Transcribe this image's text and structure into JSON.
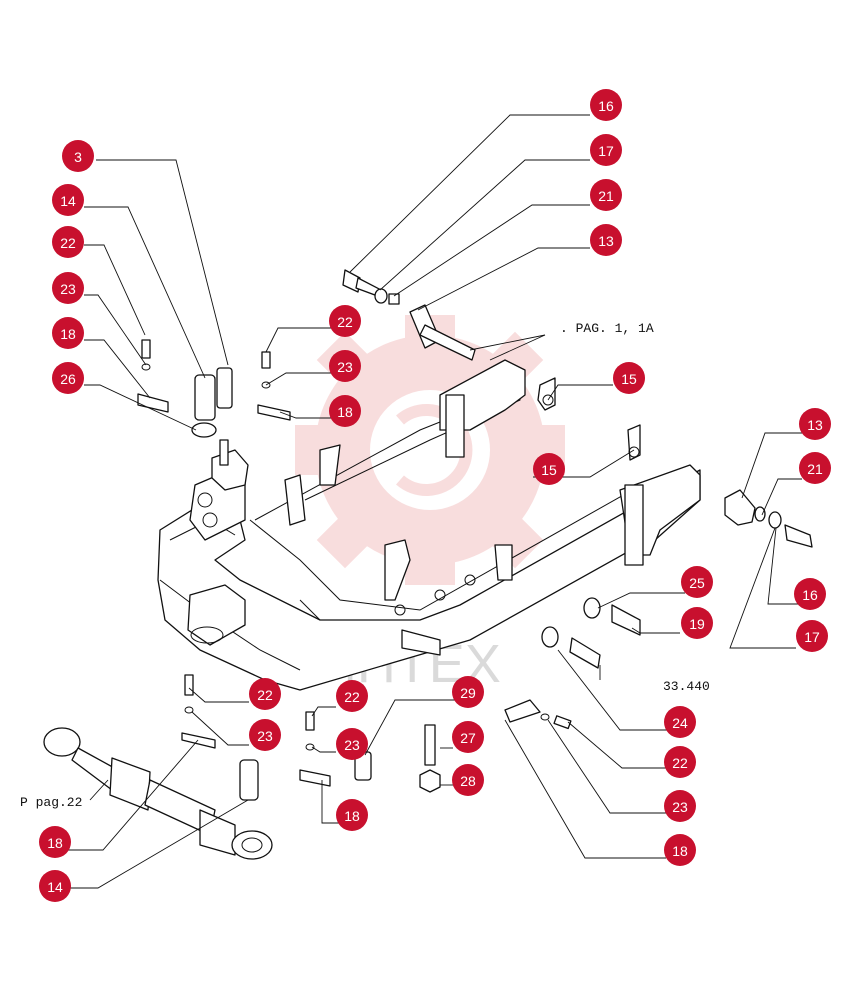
{
  "refs": {
    "pag_1_1a": ". PAG. 1, 1A",
    "pag_22": "P pag.22",
    "code_33440": "33.440"
  },
  "watermark": {
    "text": "ИНТЕХ",
    "color": "#f2b8b8"
  },
  "callout_color": "#c8102e",
  "callouts": [
    {
      "id": "c1",
      "label": "3"
    },
    {
      "id": "c2",
      "label": "14"
    },
    {
      "id": "c3",
      "label": "22"
    },
    {
      "id": "c4",
      "label": "23"
    },
    {
      "id": "c5",
      "label": "18"
    },
    {
      "id": "c6",
      "label": "26"
    },
    {
      "id": "c7",
      "label": "16"
    },
    {
      "id": "c8",
      "label": "17"
    },
    {
      "id": "c9",
      "label": "21"
    },
    {
      "id": "c10",
      "label": "13"
    },
    {
      "id": "c11",
      "label": "22"
    },
    {
      "id": "c12",
      "label": "23"
    },
    {
      "id": "c13",
      "label": "18"
    },
    {
      "id": "c14",
      "label": "15"
    },
    {
      "id": "c15",
      "label": "15"
    },
    {
      "id": "c16",
      "label": "13"
    },
    {
      "id": "c17",
      "label": "21"
    },
    {
      "id": "c18",
      "label": "16"
    },
    {
      "id": "c19",
      "label": "17"
    },
    {
      "id": "c20",
      "label": "25"
    },
    {
      "id": "c21",
      "label": "19"
    },
    {
      "id": "c22",
      "label": "24"
    },
    {
      "id": "c23",
      "label": "22"
    },
    {
      "id": "c24",
      "label": "23"
    },
    {
      "id": "c25",
      "label": "18"
    },
    {
      "id": "c26",
      "label": "22"
    },
    {
      "id": "c27",
      "label": "23"
    },
    {
      "id": "c28",
      "label": "18"
    },
    {
      "id": "c29",
      "label": "14"
    },
    {
      "id": "c30",
      "label": "22"
    },
    {
      "id": "c31",
      "label": "23"
    },
    {
      "id": "c32",
      "label": "18"
    },
    {
      "id": "c33",
      "label": "29"
    },
    {
      "id": "c34",
      "label": "27"
    },
    {
      "id": "c35",
      "label": "28"
    }
  ]
}
